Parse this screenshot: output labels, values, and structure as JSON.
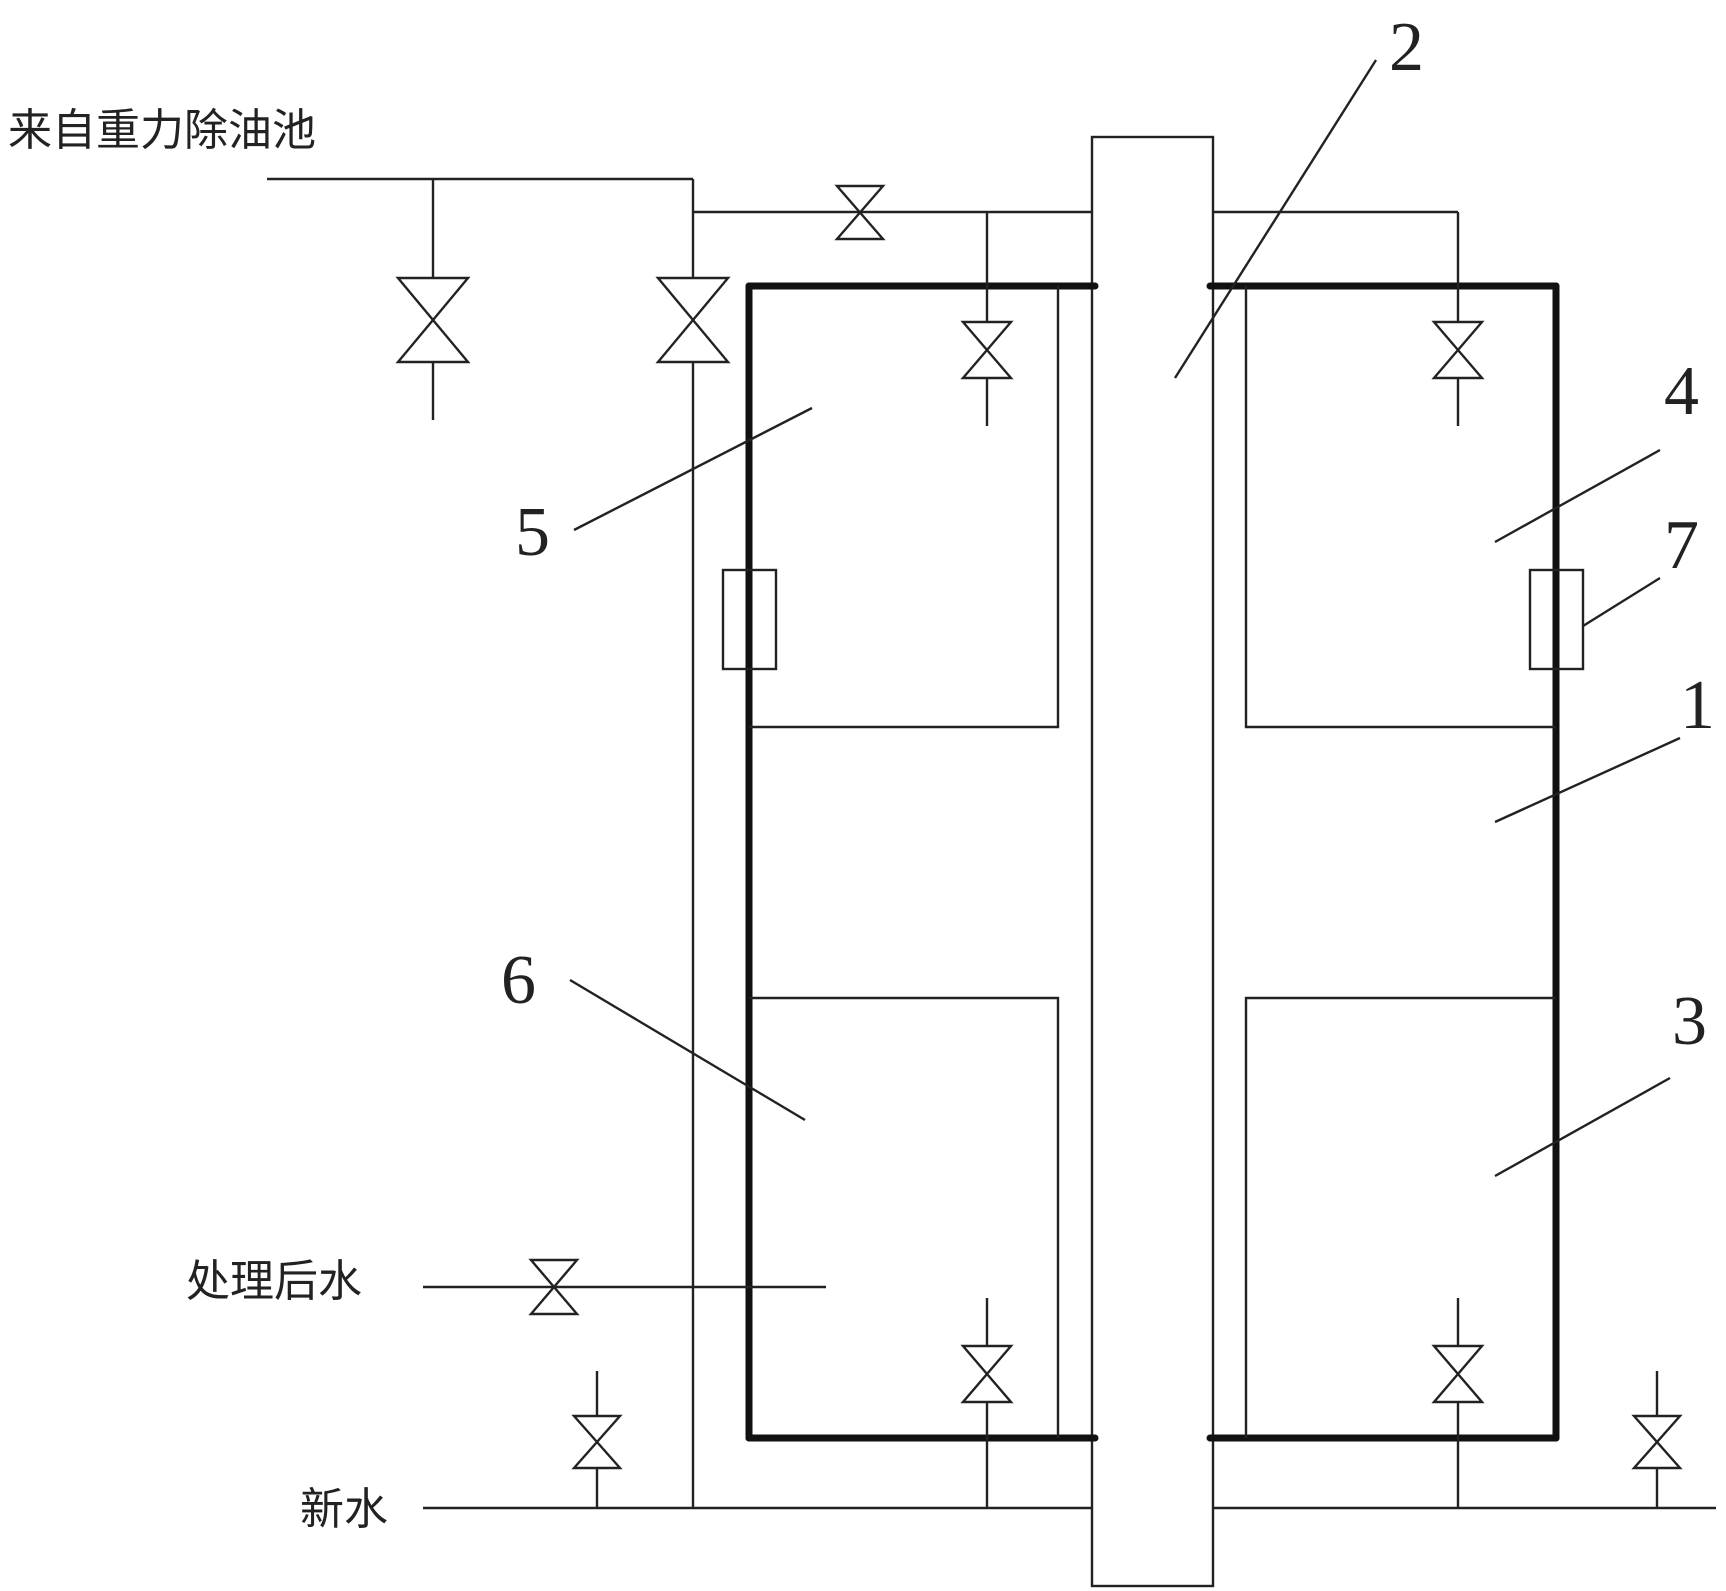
{
  "labels": {
    "inlet": "来自重力除油池",
    "treated_water": "处理后水",
    "fresh_water": "新水"
  },
  "part_numbers": {
    "n1": "1",
    "n2": "2",
    "n3": "3",
    "n4": "4",
    "n5": "5",
    "n6": "6",
    "n7": "7"
  },
  "colors": {
    "line": "#222222",
    "background": "#ffffff"
  }
}
